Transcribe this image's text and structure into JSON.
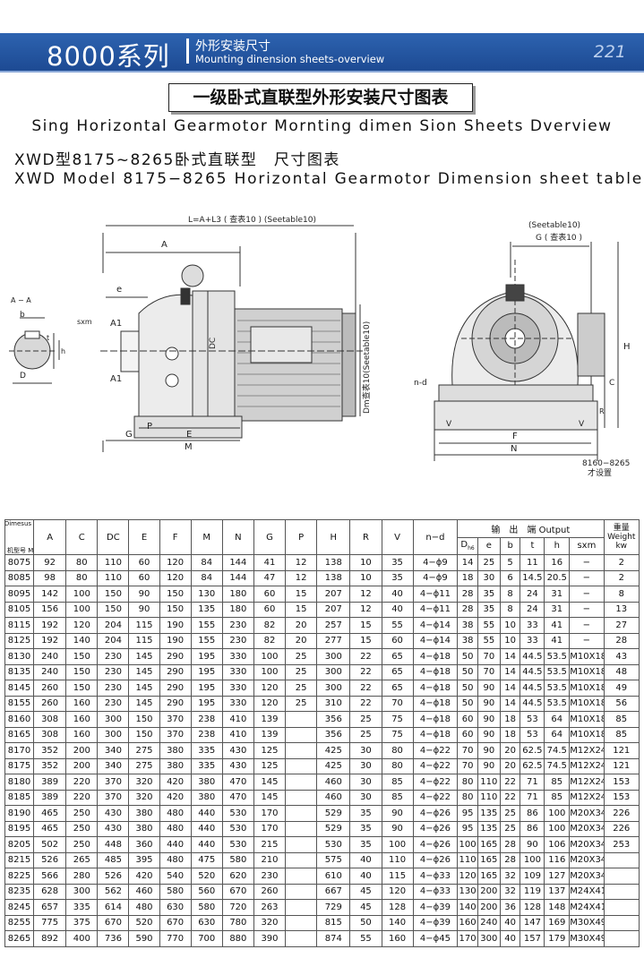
{
  "header": {
    "series": "8000系列",
    "title_zh": "外形安装尺寸",
    "title_en": "Mounting dinension sheets-overview",
    "page": "221"
  },
  "titles": {
    "main_zh": "一级卧式直联型外形安装尺寸图表",
    "main_en": "Sing Horizontal Gearmotor Mornting dimen Sion Sheets Dverview",
    "sub_zh": "XWD型8175~8265卧式直联型　尺寸图表",
    "sub_en": "XWD Model 8175−8265 Horizontal Gearmotor Dimension sheet table"
  },
  "drawing": {
    "l_label": "L=A+L3 ( 查表10 ) (Seetable10)",
    "a": "A",
    "e": "e",
    "a1_top": "A1",
    "a1_bot": "A1",
    "sxm": "sxm",
    "dc": "DC",
    "dm": "Dm查表10(Seetable10)",
    "g": "G",
    "p": "P",
    "e_cap": "E",
    "m": "M",
    "aa": "A − A",
    "b": "b",
    "t": "t",
    "d": "D",
    "h": "h",
    "seetable": "(Seetable10)",
    "g_right": "G ( 查表10 )",
    "h_cap": "H",
    "c": "C",
    "r": "R",
    "nd": "n-d",
    "v_left": "V",
    "v_right": "V",
    "f": "F",
    "n": "N",
    "note1": "8160−8265",
    "note2": "才设置"
  },
  "table": {
    "corner_top": "尺寸 Dimesus",
    "corner_bottom": "机型号 Model",
    "output_label": "输　出　端 Output",
    "weight_label": "重量 Weight kw",
    "headers": [
      "A",
      "C",
      "DC",
      "E",
      "F",
      "M",
      "N",
      "G",
      "P",
      "H",
      "R",
      "V",
      "n−d"
    ],
    "output_headers": [
      "D",
      "e",
      "b",
      "t",
      "h",
      "sxm"
    ],
    "d_sub": "h6",
    "rows": [
      [
        "8075",
        "92",
        "80",
        "110",
        "60",
        "120",
        "84",
        "144",
        "41",
        "12",
        "138",
        "10",
        "35",
        "4−ϕ9",
        "14",
        "25",
        "5",
        "11",
        "16",
        "−",
        "2"
      ],
      [
        "8085",
        "98",
        "80",
        "110",
        "60",
        "120",
        "84",
        "144",
        "47",
        "12",
        "138",
        "10",
        "35",
        "4−ϕ9",
        "18",
        "30",
        "6",
        "14.5",
        "20.5",
        "−",
        "2"
      ],
      [
        "8095",
        "142",
        "100",
        "150",
        "90",
        "150",
        "130",
        "180",
        "60",
        "15",
        "207",
        "12",
        "40",
        "4−ϕ11",
        "28",
        "35",
        "8",
        "24",
        "31",
        "−",
        "8"
      ],
      [
        "8105",
        "156",
        "100",
        "150",
        "90",
        "150",
        "135",
        "180",
        "60",
        "15",
        "207",
        "12",
        "40",
        "4−ϕ11",
        "28",
        "35",
        "8",
        "24",
        "31",
        "−",
        "13"
      ],
      [
        "8115",
        "192",
        "120",
        "204",
        "115",
        "190",
        "155",
        "230",
        "82",
        "20",
        "257",
        "15",
        "55",
        "4−ϕ14",
        "38",
        "55",
        "10",
        "33",
        "41",
        "−",
        "27"
      ],
      [
        "8125",
        "192",
        "140",
        "204",
        "115",
        "190",
        "155",
        "230",
        "82",
        "20",
        "277",
        "15",
        "60",
        "4−ϕ14",
        "38",
        "55",
        "10",
        "33",
        "41",
        "−",
        "28"
      ],
      [
        "8130",
        "240",
        "150",
        "230",
        "145",
        "290",
        "195",
        "330",
        "100",
        "25",
        "300",
        "22",
        "65",
        "4−ϕ18",
        "50",
        "70",
        "14",
        "44.5",
        "53.5",
        "M10X18",
        "43"
      ],
      [
        "8135",
        "240",
        "150",
        "230",
        "145",
        "290",
        "195",
        "330",
        "100",
        "25",
        "300",
        "22",
        "65",
        "4−ϕ18",
        "50",
        "70",
        "14",
        "44.5",
        "53.5",
        "M10X18",
        "48"
      ],
      [
        "8145",
        "260",
        "150",
        "230",
        "145",
        "290",
        "195",
        "330",
        "120",
        "25",
        "300",
        "22",
        "65",
        "4−ϕ18",
        "50",
        "90",
        "14",
        "44.5",
        "53.5",
        "M10X18",
        "49"
      ],
      [
        "8155",
        "260",
        "160",
        "230",
        "145",
        "290",
        "195",
        "330",
        "120",
        "25",
        "310",
        "22",
        "70",
        "4−ϕ18",
        "50",
        "90",
        "14",
        "44.5",
        "53.5",
        "M10X18",
        "56"
      ],
      [
        "8160",
        "308",
        "160",
        "300",
        "150",
        "370",
        "238",
        "410",
        "139",
        "",
        "356",
        "25",
        "75",
        "4−ϕ18",
        "60",
        "90",
        "18",
        "53",
        "64",
        "M10X18",
        "85"
      ],
      [
        "8165",
        "308",
        "160",
        "300",
        "150",
        "370",
        "238",
        "410",
        "139",
        "",
        "356",
        "25",
        "75",
        "4−ϕ18",
        "60",
        "90",
        "18",
        "53",
        "64",
        "M10X18",
        "85"
      ],
      [
        "8170",
        "352",
        "200",
        "340",
        "275",
        "380",
        "335",
        "430",
        "125",
        "",
        "425",
        "30",
        "80",
        "4−ϕ22",
        "70",
        "90",
        "20",
        "62.5",
        "74.5",
        "M12X24",
        "121"
      ],
      [
        "8175",
        "352",
        "200",
        "340",
        "275",
        "380",
        "335",
        "430",
        "125",
        "",
        "425",
        "30",
        "80",
        "4−ϕ22",
        "70",
        "90",
        "20",
        "62.5",
        "74.5",
        "M12X24",
        "121"
      ],
      [
        "8180",
        "389",
        "220",
        "370",
        "320",
        "420",
        "380",
        "470",
        "145",
        "",
        "460",
        "30",
        "85",
        "4−ϕ22",
        "80",
        "110",
        "22",
        "71",
        "85",
        "M12X24",
        "153"
      ],
      [
        "8185",
        "389",
        "220",
        "370",
        "320",
        "420",
        "380",
        "470",
        "145",
        "",
        "460",
        "30",
        "85",
        "4−ϕ22",
        "80",
        "110",
        "22",
        "71",
        "85",
        "M12X24",
        "153"
      ],
      [
        "8190",
        "465",
        "250",
        "430",
        "380",
        "480",
        "440",
        "530",
        "170",
        "",
        "529",
        "35",
        "90",
        "4−ϕ26",
        "95",
        "135",
        "25",
        "86",
        "100",
        "M20X34",
        "226"
      ],
      [
        "8195",
        "465",
        "250",
        "430",
        "380",
        "480",
        "440",
        "530",
        "170",
        "",
        "529",
        "35",
        "90",
        "4−ϕ26",
        "95",
        "135",
        "25",
        "86",
        "100",
        "M20X34",
        "226"
      ],
      [
        "8205",
        "502",
        "250",
        "448",
        "360",
        "440",
        "440",
        "530",
        "215",
        "",
        "530",
        "35",
        "100",
        "4−ϕ26",
        "100",
        "165",
        "28",
        "90",
        "106",
        "M20X34",
        "253"
      ],
      [
        "8215",
        "526",
        "265",
        "485",
        "395",
        "480",
        "475",
        "580",
        "210",
        "",
        "575",
        "40",
        "110",
        "4−ϕ26",
        "110",
        "165",
        "28",
        "100",
        "116",
        "M20X34",
        ""
      ],
      [
        "8225",
        "566",
        "280",
        "526",
        "420",
        "540",
        "520",
        "620",
        "230",
        "",
        "610",
        "40",
        "115",
        "4−ϕ33",
        "120",
        "165",
        "32",
        "109",
        "127",
        "M20X34",
        ""
      ],
      [
        "8235",
        "628",
        "300",
        "562",
        "460",
        "580",
        "560",
        "670",
        "260",
        "",
        "667",
        "45",
        "120",
        "4−ϕ33",
        "130",
        "200",
        "32",
        "119",
        "137",
        "M24X41",
        ""
      ],
      [
        "8245",
        "657",
        "335",
        "614",
        "480",
        "630",
        "580",
        "720",
        "263",
        "",
        "729",
        "45",
        "128",
        "4−ϕ39",
        "140",
        "200",
        "36",
        "128",
        "148",
        "M24X41",
        ""
      ],
      [
        "8255",
        "775",
        "375",
        "670",
        "520",
        "670",
        "630",
        "780",
        "320",
        "",
        "815",
        "50",
        "140",
        "4−ϕ39",
        "160",
        "240",
        "40",
        "147",
        "169",
        "M30X49",
        ""
      ],
      [
        "8265",
        "892",
        "400",
        "736",
        "590",
        "770",
        "700",
        "880",
        "390",
        "",
        "874",
        "55",
        "160",
        "4−ϕ45",
        "170",
        "300",
        "40",
        "157",
        "179",
        "M30X49",
        ""
      ]
    ]
  }
}
